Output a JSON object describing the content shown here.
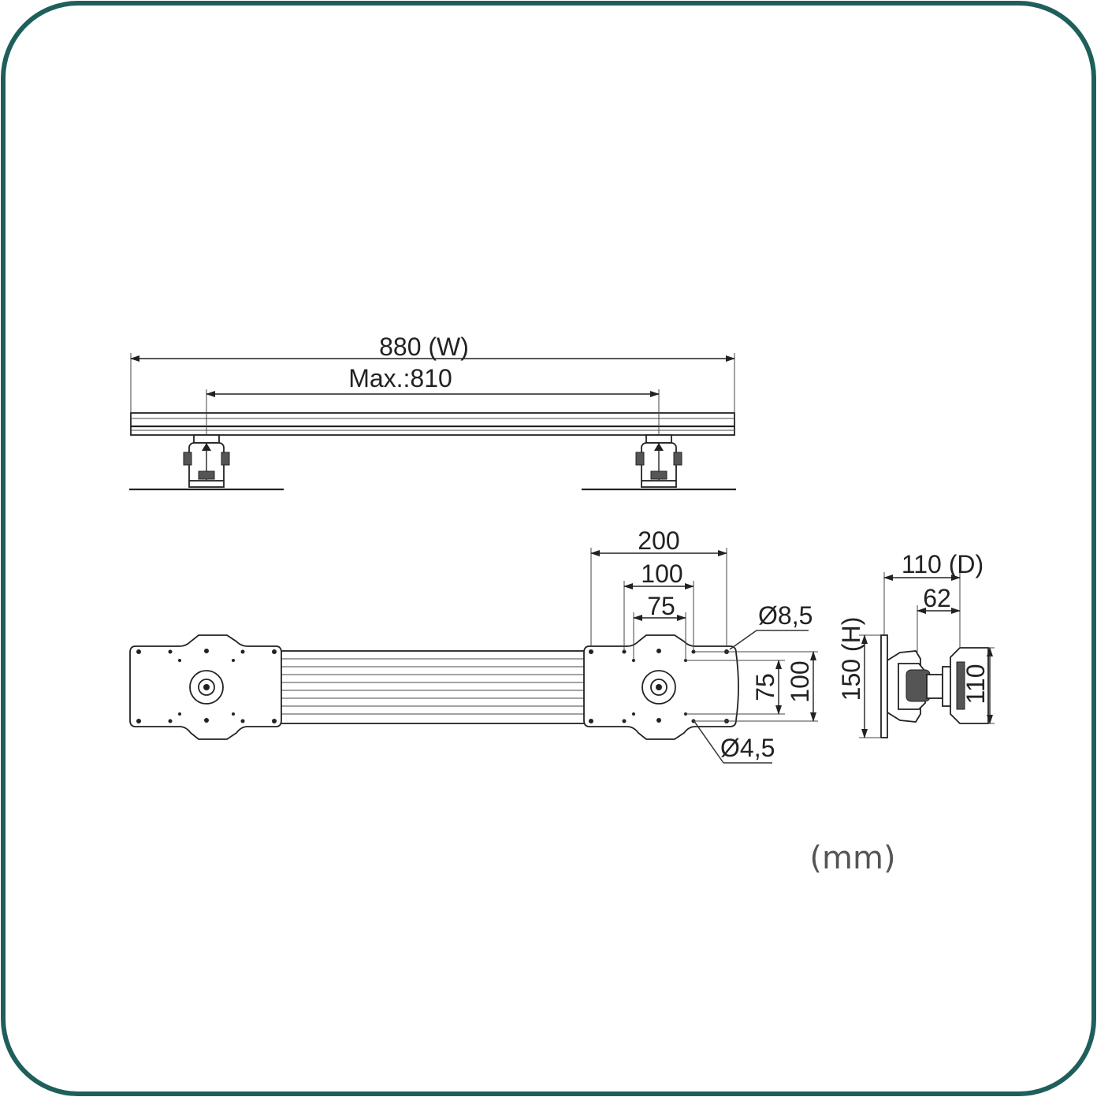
{
  "labels": {
    "width_total": "880  (W)",
    "width_max": "Max.:810",
    "vesa_200": "200",
    "vesa_100": "100",
    "vesa_75": "75",
    "hole_large": "Ø8,5",
    "hole_small": "Ø4,5",
    "vert_75": "75",
    "vert_100": "100",
    "depth": "110 (D)",
    "depth_inner": "62",
    "height": "150 (H)",
    "side_height": "110",
    "unit": "(mm)"
  }
}
